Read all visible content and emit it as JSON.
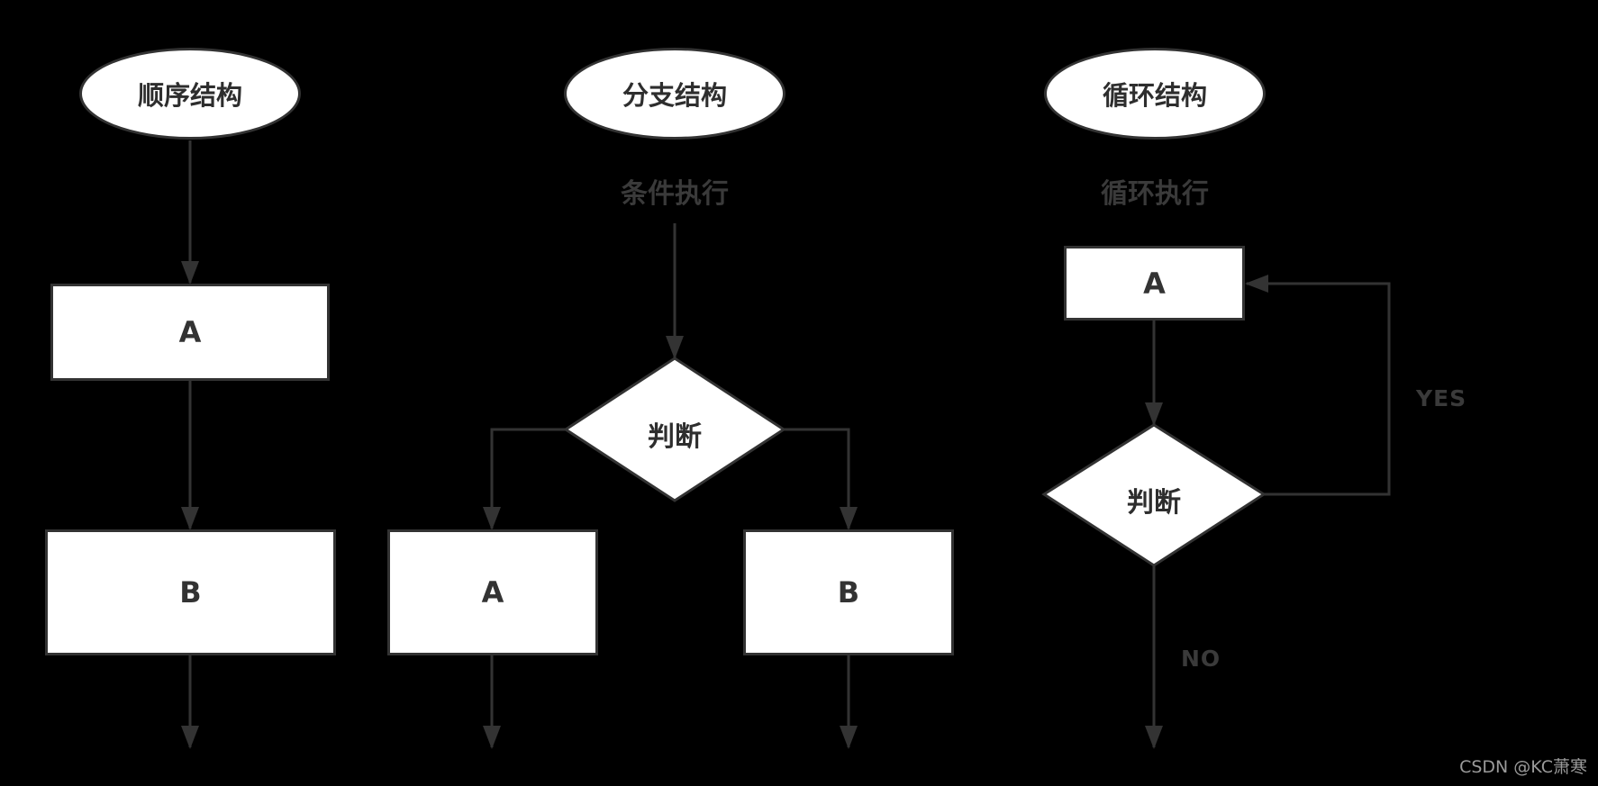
{
  "diagram": {
    "sequence": {
      "title": "顺序结构",
      "box_a": "A",
      "box_b": "B"
    },
    "branch": {
      "title": "分支结构",
      "label": "条件执行",
      "decision": "判断",
      "box_a": "A",
      "box_b": "B"
    },
    "loop": {
      "title": "循环结构",
      "label": "循环执行",
      "box_a": "A",
      "decision": "判断",
      "yes": "YES",
      "no": "NO"
    }
  },
  "watermark": "CSDN @KC萧寒",
  "colors": {
    "background": "#000000",
    "shape_fill": "#ffffff",
    "stroke": "#333333",
    "shape_text": "#2e2e2e",
    "outside_label": "#3a3a3a",
    "watermark": "#9a9a9a"
  }
}
